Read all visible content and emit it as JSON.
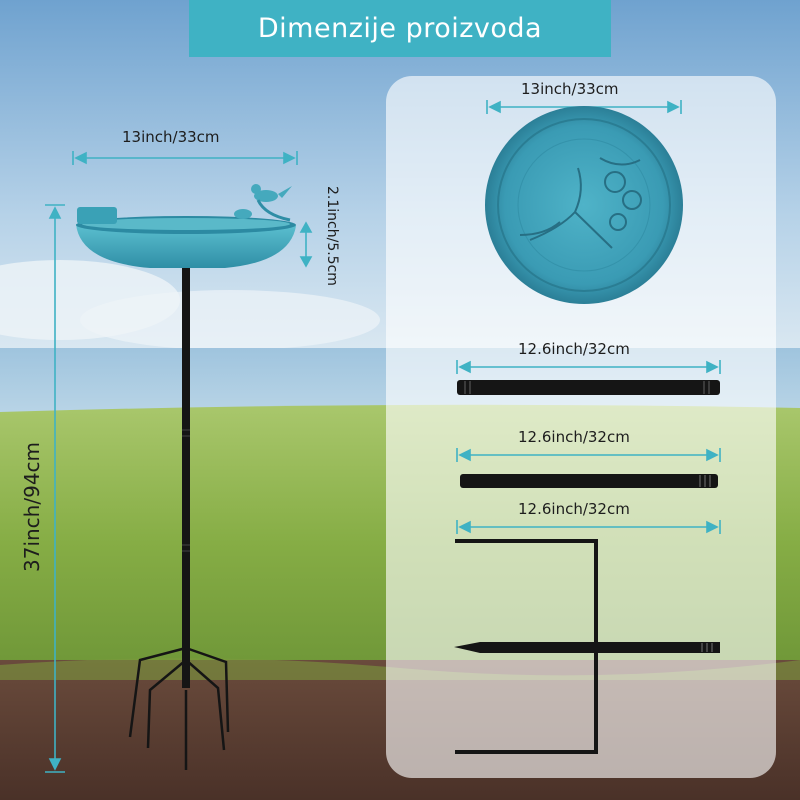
{
  "header": {
    "title": "Dimenzije proizvoda"
  },
  "dimensions": {
    "bowl_width": "13inch/33cm",
    "bowl_height": "2.1inch/5.5cm",
    "total_height": "37inch/94cm",
    "top_view_width": "13inch/33cm",
    "pole_segment_1": "12.6inch/32cm",
    "pole_segment_2": "12.6inch/32cm",
    "pole_segment_3": "12.6inch/32cm"
  },
  "colors": {
    "banner": "#3fb2c4",
    "accent_line": "#3fb2c4",
    "bowl": "#3a9cb3",
    "pole": "#151515"
  }
}
